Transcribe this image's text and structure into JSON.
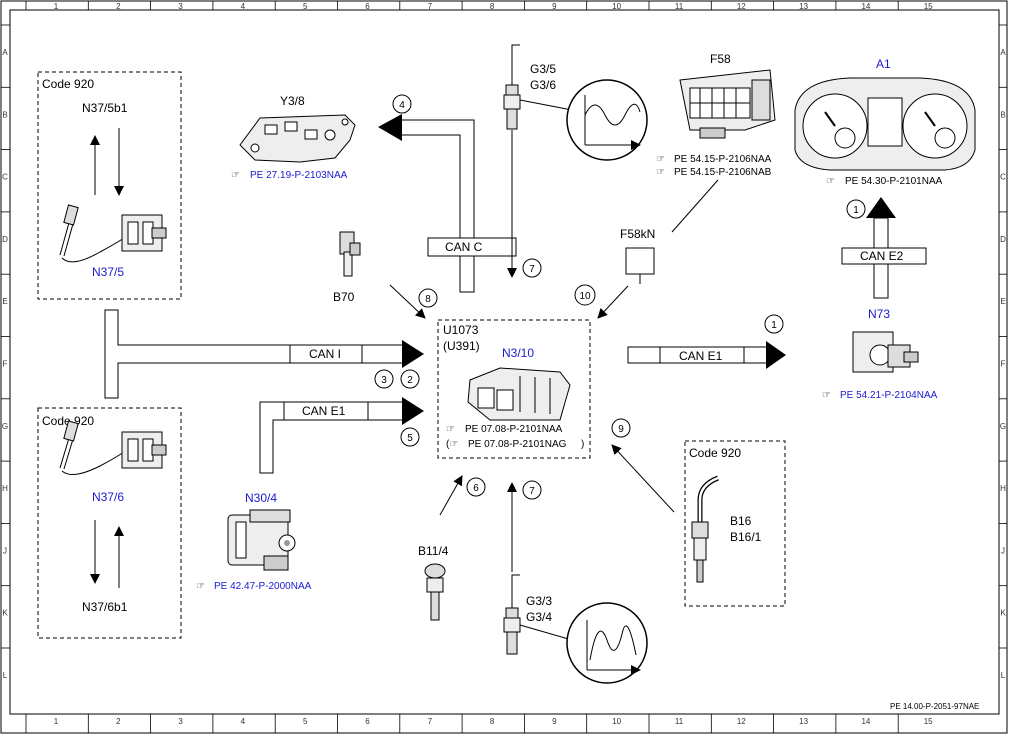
{
  "grid": {
    "cols": [
      "1",
      "2",
      "3",
      "4",
      "5",
      "6",
      "7",
      "8",
      "9",
      "10",
      "11",
      "12",
      "13",
      "14",
      "15"
    ],
    "rows": [
      "A",
      "B",
      "C",
      "D",
      "E",
      "F",
      "G",
      "H",
      "J",
      "K",
      "L"
    ]
  },
  "footer": {
    "doc_ref": "PE 14.00-P-2051-97NAE"
  },
  "blocks": {
    "code920_top": {
      "title": "Code 920",
      "sensor_top": "N37/5b1",
      "component": "N37/5"
    },
    "code920_bottom": {
      "title": "Code 920",
      "component": "N37/6",
      "sensor_bottom": "N37/6b1"
    },
    "code920_right": {
      "title": "Code 920",
      "label1": "B16",
      "label2": "B16/1"
    }
  },
  "components": {
    "y3_8": {
      "label": "Y3/8",
      "ref": "PE 27.19-P-2103NAA"
    },
    "g3_5": {
      "label1": "G3/5",
      "label2": "G3/6"
    },
    "f58": {
      "label": "F58",
      "ref1": "PE 54.15-P-2106NAA",
      "ref2": "PE 54.15-P-2106NAB"
    },
    "a1": {
      "label": "A1",
      "ref": "PE 54.30-P-2101NAA"
    },
    "b70": {
      "label": "B70"
    },
    "f58kn": {
      "label": "F58kN"
    },
    "ecu": {
      "label1": "U1073",
      "label2": "(U391)",
      "name": "N3/10",
      "ref1": "PE 07.08-P-2101NAA",
      "ref2": "PE 07.08-P-2101NAG"
    },
    "n73": {
      "label": "N73",
      "ref": "PE 54.21-P-2104NAA"
    },
    "n30_4": {
      "label": "N30/4",
      "ref": "PE 42.47-P-2000NAA"
    },
    "b11_4": {
      "label": "B11/4"
    },
    "g3_3": {
      "label1": "G3/3",
      "label2": "G3/4"
    }
  },
  "buses": {
    "can_c": "CAN C",
    "can_i": "CAN I",
    "can_e1_left": "CAN E1",
    "can_e1_right": "CAN E1",
    "can_e2": "CAN E2"
  },
  "markers": {
    "m1_top": "1",
    "m1_right": "1",
    "m2": "2",
    "m3": "3",
    "m4": "4",
    "m5": "5",
    "m6": "6",
    "m7_top": "7",
    "m7_bottom": "7",
    "m8": "8",
    "m9": "9",
    "m10": "10"
  }
}
